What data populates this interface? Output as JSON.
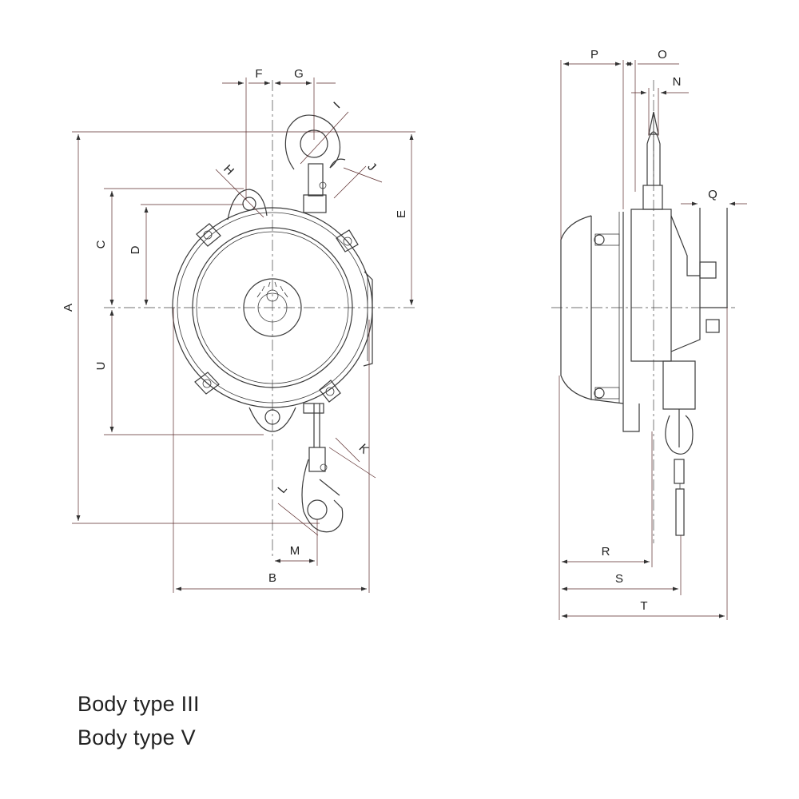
{
  "front_view": {
    "labels": {
      "A": "A",
      "B": "B",
      "C": "C",
      "D": "D",
      "E": "E",
      "F": "F",
      "G": "G",
      "H": "H",
      "I": "I",
      "J": "J",
      "K": "K",
      "L": "L",
      "M": "M",
      "U": "U"
    }
  },
  "side_view": {
    "labels": {
      "P": "P",
      "O": "O",
      "N": "N",
      "Q": "Q",
      "R": "R",
      "S": "S",
      "T": "T"
    }
  },
  "captions": [
    "Body type III",
    "Body type V"
  ],
  "colors": {
    "line": "#3a3a3a",
    "dimension": "#5a2a2a",
    "text": "#222222"
  }
}
